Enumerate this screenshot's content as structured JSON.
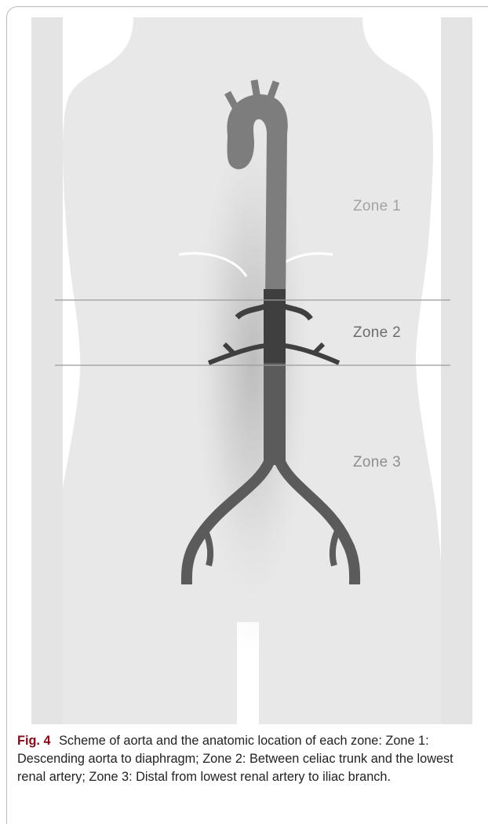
{
  "figure": {
    "zones": [
      {
        "label": "Zone 1"
      },
      {
        "label": "Zone 2"
      },
      {
        "label": "Zone 3"
      }
    ]
  },
  "caption": {
    "fig_label": "Fig. 4",
    "text": "Scheme of aorta and the anatomic location of each zone: Zone 1: Descending aorta to diaphragm; Zone 2: Between celiac trunk and the lowest renal artery; Zone 3: Distal from lowest renal artery to iliac branch."
  }
}
